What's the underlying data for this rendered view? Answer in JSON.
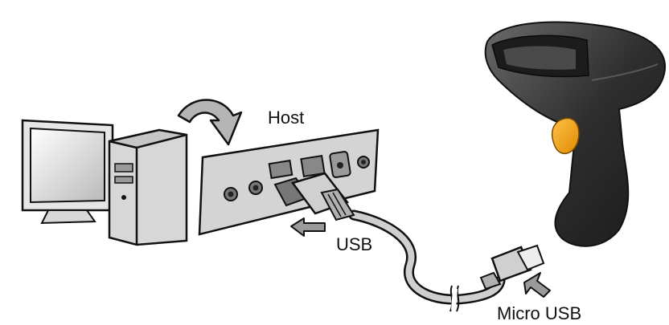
{
  "labels": {
    "host": "Host",
    "usb": "USB",
    "micro_usb": "Micro USB"
  },
  "icons": [
    "computer-icon",
    "curved-arrow-icon",
    "host-panel",
    "usb-plug",
    "cable",
    "micro-usb-plug",
    "push-arrow-icon",
    "barcode-scanner"
  ],
  "colors": {
    "outline": "#111111",
    "device_gray": "#3a3a3a",
    "trigger": "#f5a31a",
    "cable": "#cfcfcf"
  }
}
